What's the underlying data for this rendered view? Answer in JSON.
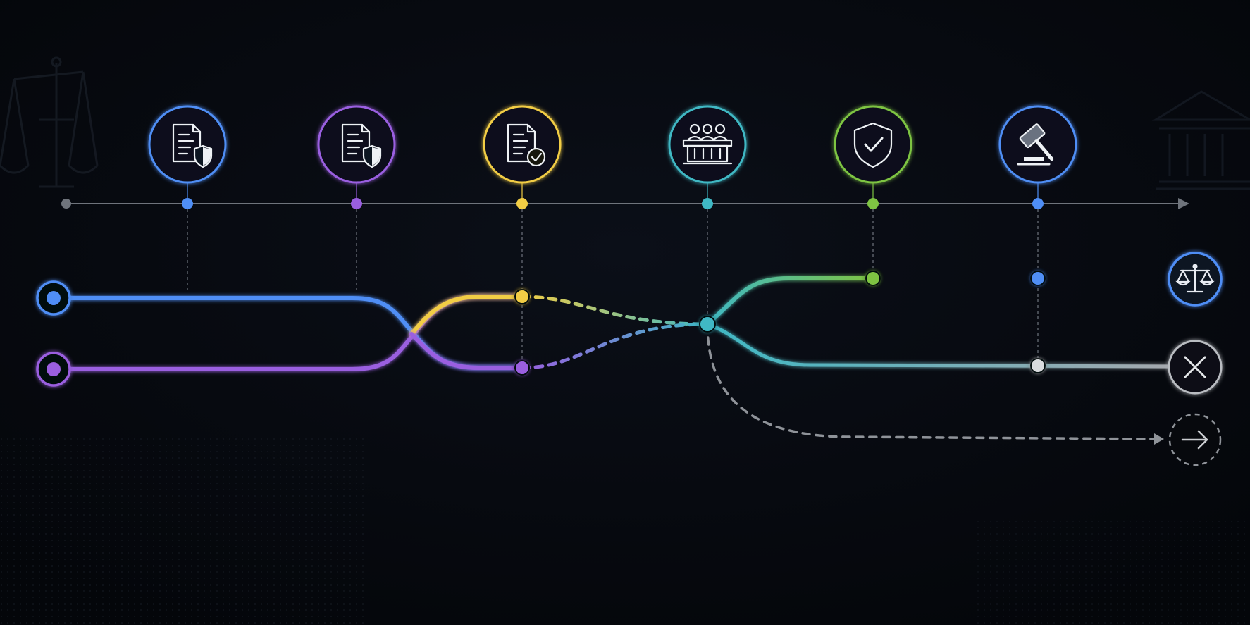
{
  "colors": {
    "background": "#05070c",
    "axis": "#7a7f88",
    "blue": "#4f8ef5",
    "purple": "#9a5fe0",
    "yellow": "#f2cd45",
    "teal": "#3fb8c4",
    "green": "#7ec443",
    "gray": "#a5a8ae",
    "outcome_dashed": "#8f9399"
  },
  "timeline": {
    "milestones": [
      {
        "id": "filing",
        "icon": "document-shield-icon",
        "color": "blue"
      },
      {
        "id": "response",
        "icon": "document-shield-icon",
        "color": "purple"
      },
      {
        "id": "review",
        "icon": "document-check-icon",
        "color": "yellow"
      },
      {
        "id": "hearing",
        "icon": "jury-bench-icon",
        "color": "teal"
      },
      {
        "id": "protection",
        "icon": "shield-check-icon",
        "color": "green"
      },
      {
        "id": "ruling",
        "icon": "gavel-icon",
        "color": "blue"
      }
    ]
  },
  "branches": {
    "origins": [
      "blue",
      "purple"
    ],
    "outcomes": [
      {
        "id": "favorable",
        "icon": "scales-icon",
        "color": "blue"
      },
      {
        "id": "dismissed",
        "icon": "close-icon",
        "color": "gray"
      },
      {
        "id": "continued",
        "icon": "arrow-right-icon",
        "color": "outcome_dashed"
      }
    ]
  },
  "decorations": [
    "scales-watermark-icon",
    "courthouse-watermark-icon"
  ]
}
